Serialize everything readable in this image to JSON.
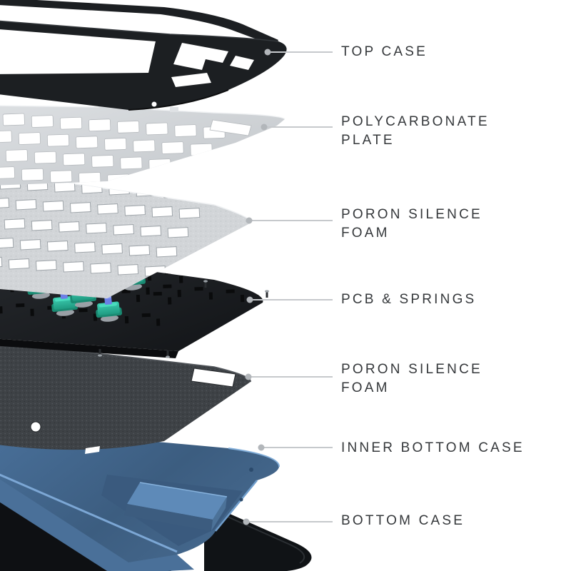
{
  "diagram": {
    "type": "exploded-view",
    "subject": "mechanical keyboard layer stack",
    "labels": [
      {
        "id": "top-case",
        "line1": "TOP CASE",
        "line2": ""
      },
      {
        "id": "polycarbonate-plate",
        "line1": "POLYCARBONATE",
        "line2": "PLATE"
      },
      {
        "id": "poron-silence-foam-upper",
        "line1": "PORON SILENCE",
        "line2": "FOAM"
      },
      {
        "id": "pcb-springs",
        "line1": "PCB & SPRINGS",
        "line2": ""
      },
      {
        "id": "poron-silence-foam-lower",
        "line1": "PORON SILENCE",
        "line2": "FOAM"
      },
      {
        "id": "inner-bottom-case",
        "line1": "INNER BOTTOM CASE",
        "line2": ""
      },
      {
        "id": "bottom-case",
        "line1": "BOTTOM CASE",
        "line2": ""
      }
    ],
    "colors": {
      "background": "#ffffff",
      "label_text": "#35383b",
      "leader_line": "#c6c9cc",
      "leader_dot": "#b2b6ba",
      "top_case_black": "#1c1f22",
      "plate_gray": "#ced2d5",
      "foam_upper_gray": "#d2d5d8",
      "pcb_black": "#1b1e21",
      "switch_teal": "#2bb89c",
      "switch_stem_blue": "#6b7fe6",
      "foam_lower_charcoal": "#3e4246",
      "inner_case_blue": "#436688",
      "inner_case_bevel_blue": "#7fabd9",
      "bottom_case_black": "#0e1013"
    }
  }
}
